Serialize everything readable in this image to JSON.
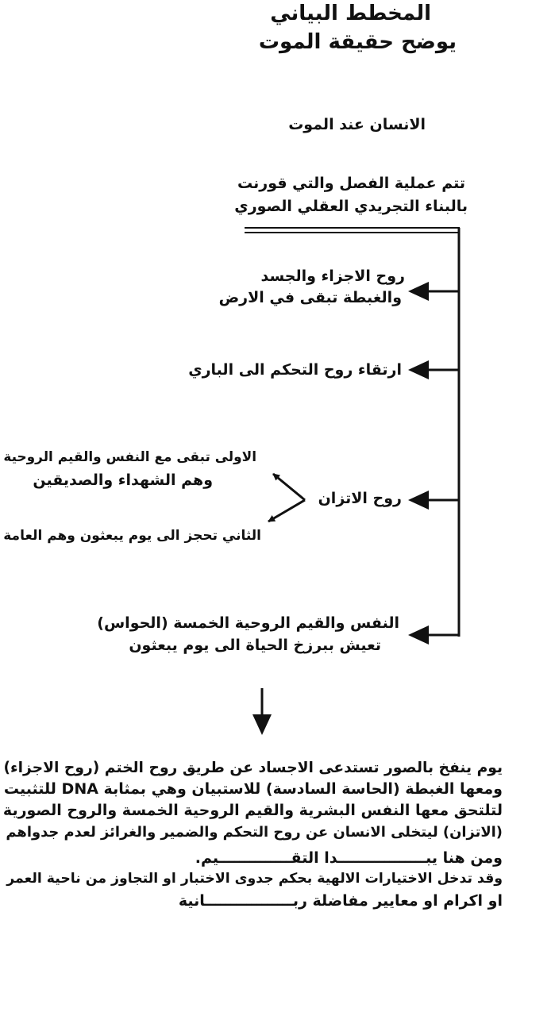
{
  "title": {
    "line1": "المخطط البياني",
    "line2": "يوضح حقيقة الموت"
  },
  "diagram": {
    "heading": "الانسان عند الموت",
    "intro": {
      "line1": "تتم عملية الفصل  والتي قورنت",
      "line2": "بالبناء التجريدي العقلي الصوري"
    },
    "branch1": {
      "line1": "روح الاجزاء والجسد",
      "line2": "والغبطة تبقى في الارض"
    },
    "branch2": {
      "line1": "ارتقاء روح التحكم الى الباري"
    },
    "branch3": {
      "line1": "روح الاتزان"
    },
    "sub1": {
      "line1": "الاولى تبقى  مع النفس والقيم الروحية",
      "line2": "وهم الشهداء والصديقين"
    },
    "sub2": {
      "line1": "الثاني تحجز الى يوم يبعثون وهم العامة"
    },
    "branch4": {
      "line1": "النفس والقيم الروحية الخمسة (الحواس)",
      "line2": "تعيش ببرزخ الحياة  الى يوم يبعثون"
    }
  },
  "paragraph": {
    "lines": [
      "يوم  ينفخ بالصور تستدعى الاجساد عن طريق روح الختم (روح الاجزاء)",
      "ومعها الغبطة  (الحاسة السادسة) للاستبيان وهي بمثابة DNA للتثبيت",
      "لتلتحق معها النفس البشرية والقيم الروحية الخمسة والروح الصورية",
      "(الاتزان) ليتخلى الانسان عن روح التحكم والضمير والغرائز لعدم جدواهم",
      "ومن هنا يبـــــــــــــــــدا التقــــــــــــــيم.",
      "وقد تدخل الاختيارات الالهية بحكم جدوى الاختبار او التجاوز من ناحية العمر",
      "او اكرام او معايير مفاضلة ربـــــــــــــــــانية"
    ]
  },
  "colors": {
    "ink": "#111111",
    "background": "#ffffff"
  }
}
